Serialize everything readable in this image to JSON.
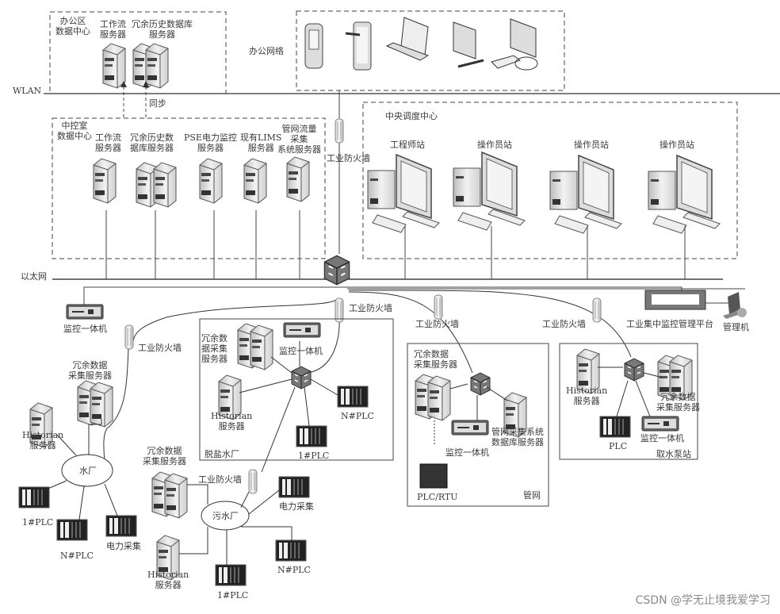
{
  "diagram": {
    "networks": {
      "wlan": "WLAN",
      "ethernet": "以太网",
      "office_network": "办公网络",
      "sync": "同步"
    },
    "office_dc": {
      "title": "办公区\n数据中心",
      "servers": [
        "工作流\n服务器",
        "冗余历史数据库\n服务器"
      ]
    },
    "control_dc": {
      "title": "中控室\n数据中心",
      "servers": [
        "工作流\n服务器",
        "冗余历史数\n据库服务器",
        "PSE电力监控\n服务器",
        "现有LIMS\n服务器",
        "管网流量\n采集\n系统服务器"
      ]
    },
    "dispatch_center": {
      "title": "中央调度中心",
      "stations": [
        "工程师站",
        "操作员站",
        "操作员站",
        "操作员站"
      ]
    },
    "firewall_label": "工业防火墙",
    "monitor_unit": "监控一体机",
    "platform": "工业集中监控管理平台",
    "admin_pc": "管理机",
    "water_plant": {
      "name": "水厂",
      "redundant": "冗余数据\n采集服务器",
      "historian": "Historian\n服务器",
      "plc1": "1#PLC",
      "plcn": "N#PLC",
      "power": "电力采集"
    },
    "desal_plant": {
      "name": "脱盐水厂",
      "redundant": "冗余数\n据采集\n服务器",
      "monitor": "监控一体机",
      "historian": "Historian\n服务器",
      "plcn": "N#PLC",
      "plc1": "1#PLC"
    },
    "sewage_plant": {
      "name": "污水厂",
      "redundant": "冗余数据\n采集服务器",
      "firewall": "工业防火墙",
      "power": "电力采集",
      "plcn": "N#PLC",
      "historian": "Historian\n服务器",
      "plc1": "1#PLC"
    },
    "pipe_network": {
      "name": "管网",
      "redundant": "冗余数据\n采集服务器",
      "db_server": "管网采集系统\n数据库服务器",
      "monitor": "监控一体机",
      "plc_rtu": "PLC/RTU"
    },
    "pump_station": {
      "name": "取水泵站",
      "historian": "Historian\n服务器",
      "redundant": "冗余数据\n采集服务器",
      "plc": "PLC",
      "monitor": "监控一体机"
    }
  },
  "watermark": "CSDN @学无止境我爱学习"
}
